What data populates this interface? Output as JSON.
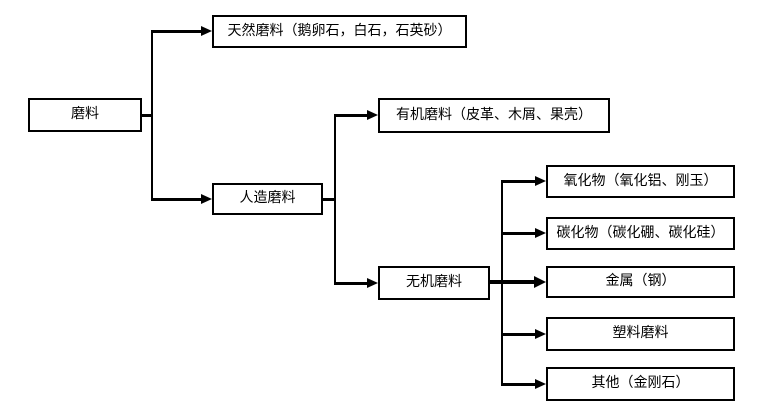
{
  "diagram": {
    "type": "tree-flowchart",
    "background_color": "#ffffff",
    "line_color": "#000000",
    "box_fill": "#ffffff",
    "box_border_color": "#000000"
  },
  "nodes": {
    "root": {
      "label": "磨料"
    },
    "natural": {
      "label": "天然磨料（鹅卵石，白石，石英砂）"
    },
    "artificial": {
      "label": "人造磨料"
    },
    "organic": {
      "label": "有机磨料（皮革、木屑、果壳）"
    },
    "inorganic": {
      "label": "无机磨料"
    },
    "oxide": {
      "label": "氧化物（氧化铝、刚玉）"
    },
    "carbide": {
      "label": "碳化物（碳化硼、碳化硅）"
    },
    "metal": {
      "label": "金属（钢）"
    },
    "plastic": {
      "label": "塑料磨料"
    },
    "other": {
      "label": "其他（金刚石）"
    }
  },
  "edges": [
    {
      "from": "root",
      "to": "natural"
    },
    {
      "from": "root",
      "to": "artificial"
    },
    {
      "from": "artificial",
      "to": "organic"
    },
    {
      "from": "artificial",
      "to": "inorganic"
    },
    {
      "from": "inorganic",
      "to": "oxide"
    },
    {
      "from": "inorganic",
      "to": "carbide"
    },
    {
      "from": "inorganic",
      "to": "metal"
    },
    {
      "from": "inorganic",
      "to": "plastic"
    },
    {
      "from": "inorganic",
      "to": "other"
    }
  ]
}
